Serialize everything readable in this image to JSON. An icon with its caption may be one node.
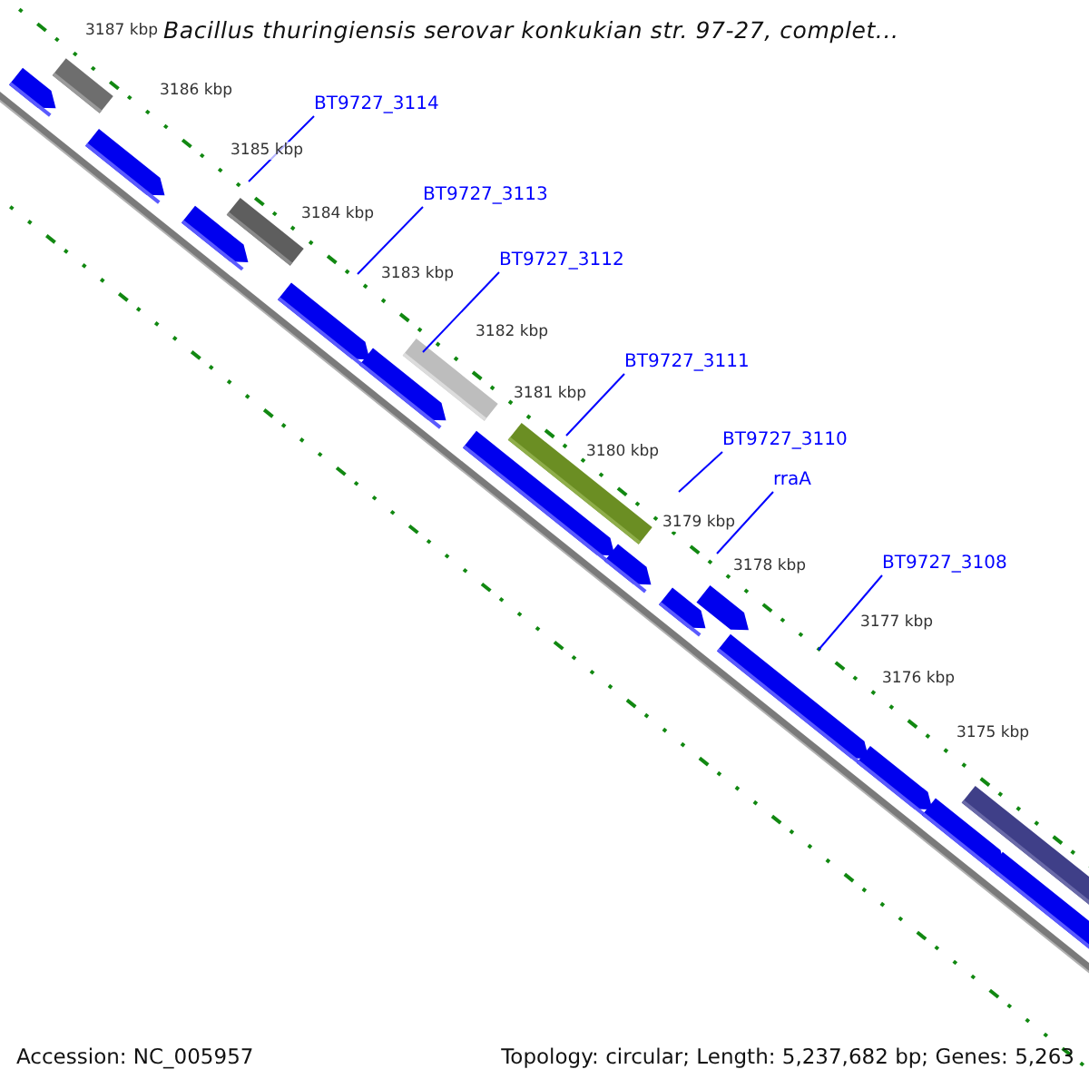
{
  "diagram": {
    "title": "Bacillus thuringiensis serovar konkukian str. 97-27, complet...",
    "nodes": [
      {
        "text": [
          "BT9727_3114"
        ]
      },
      {
        "text": [
          "BT9727_3113"
        ]
      },
      {
        "text": [
          "BT9727_3112"
        ]
      },
      {
        "text": [
          "BT9727_3111"
        ]
      },
      {
        "text": [
          "BT9727_3110"
        ]
      },
      {
        "text": [
          "rraA"
        ]
      },
      {
        "text": [
          "BT9727_3108"
        ]
      }
    ],
    "edges": [
      {
        "from": 0,
        "to": null,
        "arrow": "none"
      },
      {
        "from": 1,
        "to": null,
        "arrow": "none"
      },
      {
        "from": 2,
        "to": null,
        "arrow": "none"
      },
      {
        "from": 3,
        "to": null,
        "arrow": "none"
      },
      {
        "from": 4,
        "to": null,
        "arrow": "none"
      },
      {
        "from": 5,
        "to": null,
        "arrow": "none"
      },
      {
        "from": 6,
        "to": null,
        "arrow": "none"
      }
    ],
    "labels": [
      "3187 kbp",
      "3186 kbp",
      "3185 kbp",
      "3184 kbp",
      "3183 kbp",
      "3182 kbp",
      "3181 kbp",
      "3180 kbp",
      "3179 kbp",
      "3178 kbp",
      "3177 kbp",
      "3176 kbp",
      "3175 kbp",
      "Accession: NC_005957",
      "Topology: circular; Length: 5,237,682 bp; Genes: 5,263"
    ]
  }
}
